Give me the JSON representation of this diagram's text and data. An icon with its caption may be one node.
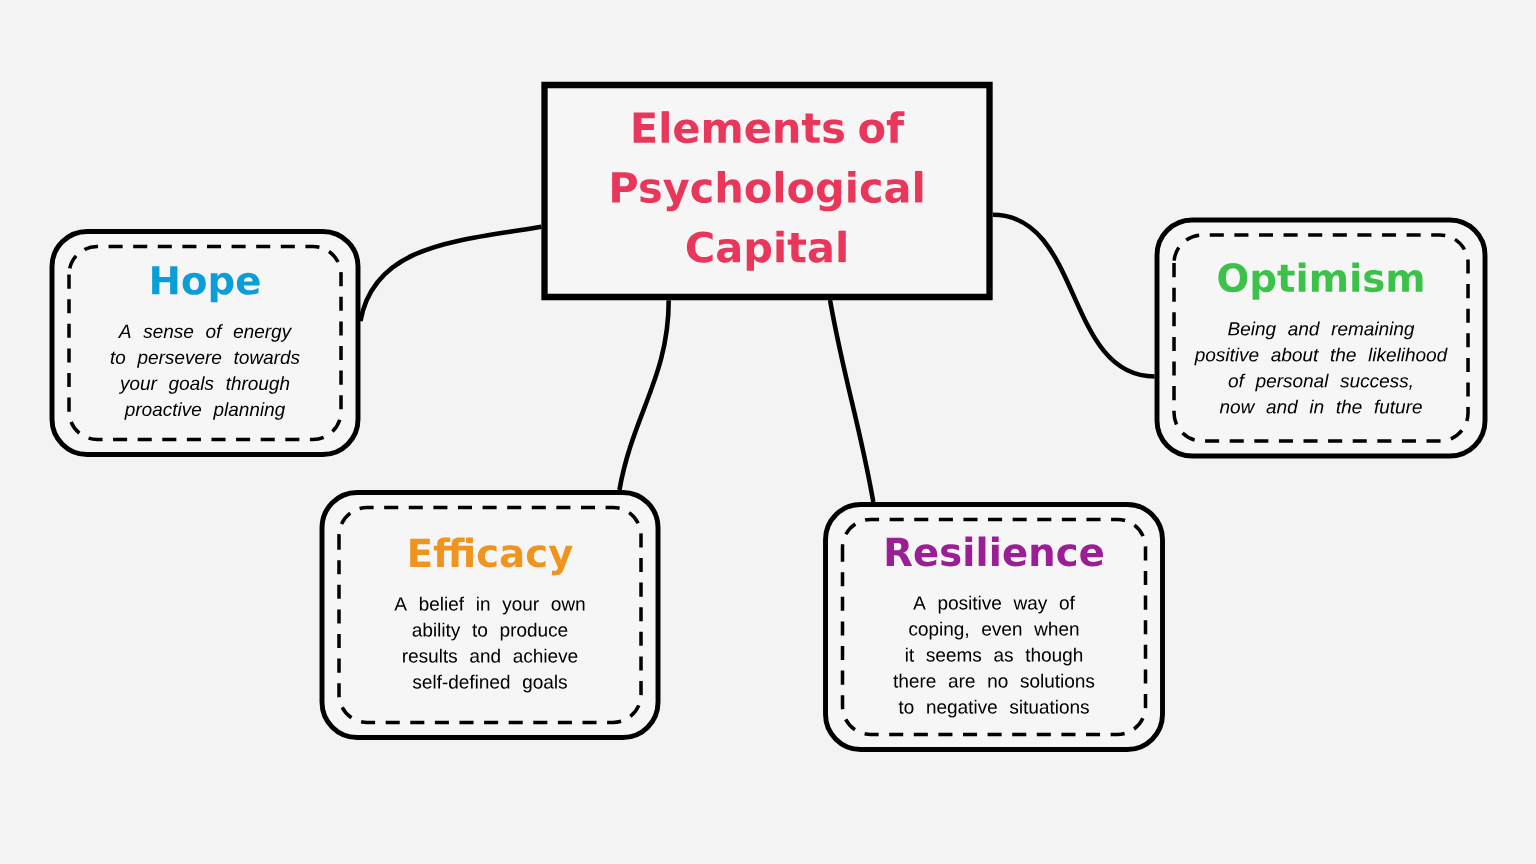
{
  "diagram": {
    "nodes": [
      {
        "text": [
          "Elements of Psychological Capital"
        ]
      },
      {
        "text": [
          "Hope",
          "A sense of energy to persevere towards your goals through proactive planning"
        ]
      },
      {
        "text": [
          "Optimism",
          "Being and remaining positive about the likelihood of personal success, now and in the future"
        ]
      },
      {
        "text": [
          "Efficacy",
          "A belief in your own ability to produce results and achieve self-defined goals"
        ]
      },
      {
        "text": [
          "Resilience",
          "A positive way of coping, even when it seems as though there are no solutions to negative situations"
        ]
      }
    ],
    "edges": [
      {
        "from": 0,
        "to": 1,
        "arrow": "none"
      },
      {
        "from": 0,
        "to": 2,
        "arrow": "none"
      },
      {
        "from": 0,
        "to": 3,
        "arrow": "none"
      },
      {
        "from": 0,
        "to": 4,
        "arrow": "none"
      }
    ]
  }
}
